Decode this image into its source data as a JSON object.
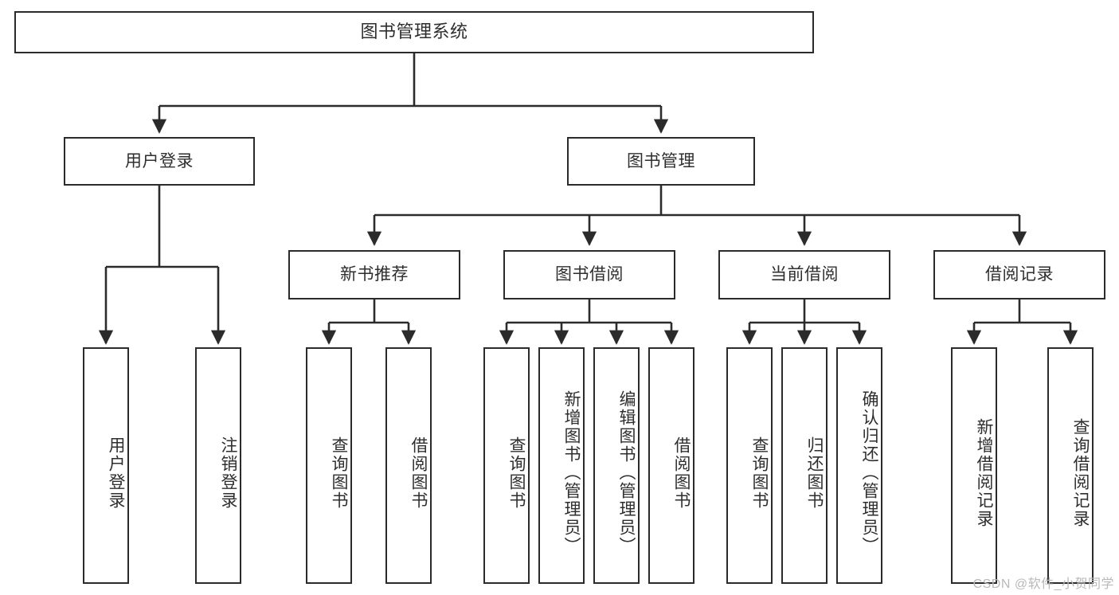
{
  "diagram": {
    "type": "tree",
    "title": "图书管理系统",
    "watermark": "CSDN @软件_小贺同学",
    "colors": {
      "stroke": "#2b2b2b",
      "text": "#2e2e2e",
      "background": "#ffffff",
      "watermark": "#b9b9b9"
    },
    "root": {
      "label": "图书管理系统"
    },
    "level2": [
      {
        "label": "用户登录"
      },
      {
        "label": "图书管理"
      }
    ],
    "level3": [
      {
        "label": "新书推荐"
      },
      {
        "label": "图书借阅"
      },
      {
        "label": "当前借阅"
      },
      {
        "label": "借阅记录"
      }
    ],
    "leaves": {
      "user_login": [
        {
          "label": "用户登录"
        },
        {
          "label": "注销登录"
        }
      ],
      "new_book_recommend": [
        {
          "label": "查询图书"
        },
        {
          "label": "借阅图书"
        }
      ],
      "book_borrow": [
        {
          "label": "查询图书"
        },
        {
          "label": "新增图书（管理员）"
        },
        {
          "label": "编辑图书（管理员）"
        },
        {
          "label": "借阅图书"
        }
      ],
      "current_borrow": [
        {
          "label": "查询图书"
        },
        {
          "label": "归还图书"
        },
        {
          "label": "确认归还（管理员）"
        }
      ],
      "borrow_record": [
        {
          "label": "新增借阅记录"
        },
        {
          "label": "查询借阅记录"
        }
      ]
    }
  }
}
